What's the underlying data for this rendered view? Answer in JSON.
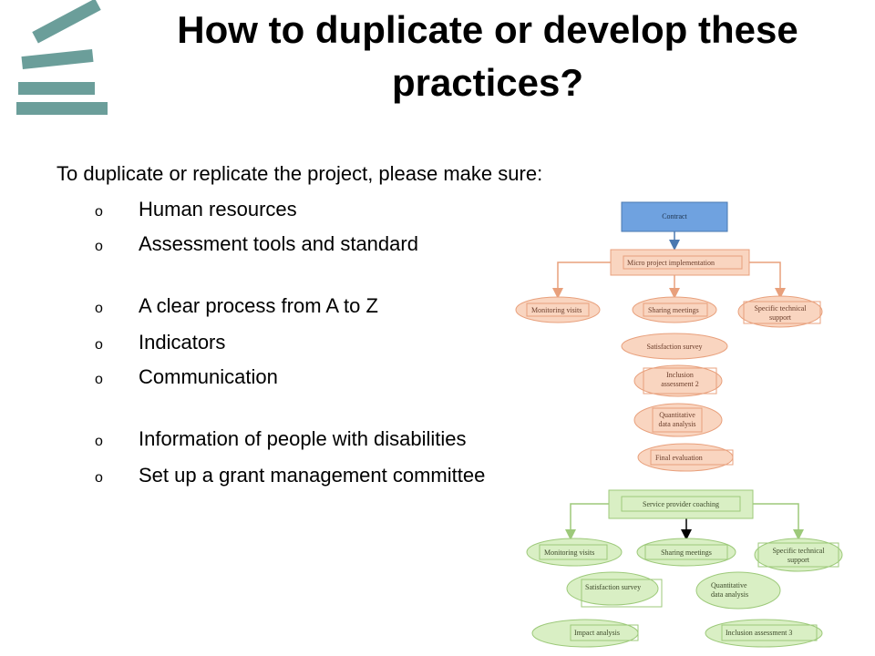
{
  "slide": {
    "title_line1": "How to duplicate or develop these",
    "title_line2": "practices?",
    "intro": "To duplicate or replicate the project, please make sure:",
    "bullet_marker": "o",
    "bullets": [
      "Human resources",
      "Assessment tools and standard",
      "A clear process from A to Z",
      "Indicators",
      "Communication",
      "Information of people with disabilities",
      "Set up a grant management committee"
    ]
  },
  "diagram": {
    "top": {
      "contract": "Contract",
      "micro": "Micro project implementation",
      "monitoring": "Monitoring visits",
      "sharing": "Sharing meetings",
      "specific_l1": "Specific technical",
      "specific_l2": "support",
      "satisfaction": "Satisfaction survey",
      "inclusion_l1": "Inclusion",
      "inclusion_l2": "assessment 2",
      "quant_l1": "Quantitative",
      "quant_l2": "data analysis",
      "final": "Final evaluation"
    },
    "bottom": {
      "coaching": "Service provider coaching",
      "monitoring": "Monitoring visits",
      "sharing": "Sharing meetings",
      "specific_l1": "Specific technical",
      "specific_l2": "support",
      "satisfaction": "Satisfaction survey",
      "quant_l1": "Quantitative",
      "quant_l2": "data analysis",
      "impact": "Impact analysis",
      "inclusion3": "Inclusion assessment 3"
    },
    "colors": {
      "logo": "#6b9e9a",
      "contract_fill": "#6fa2e0",
      "orange_fill": "#f9d5c0",
      "orange_stroke": "#e8a07c",
      "green_fill": "#d9efc4",
      "green_stroke": "#9dc97a"
    }
  }
}
